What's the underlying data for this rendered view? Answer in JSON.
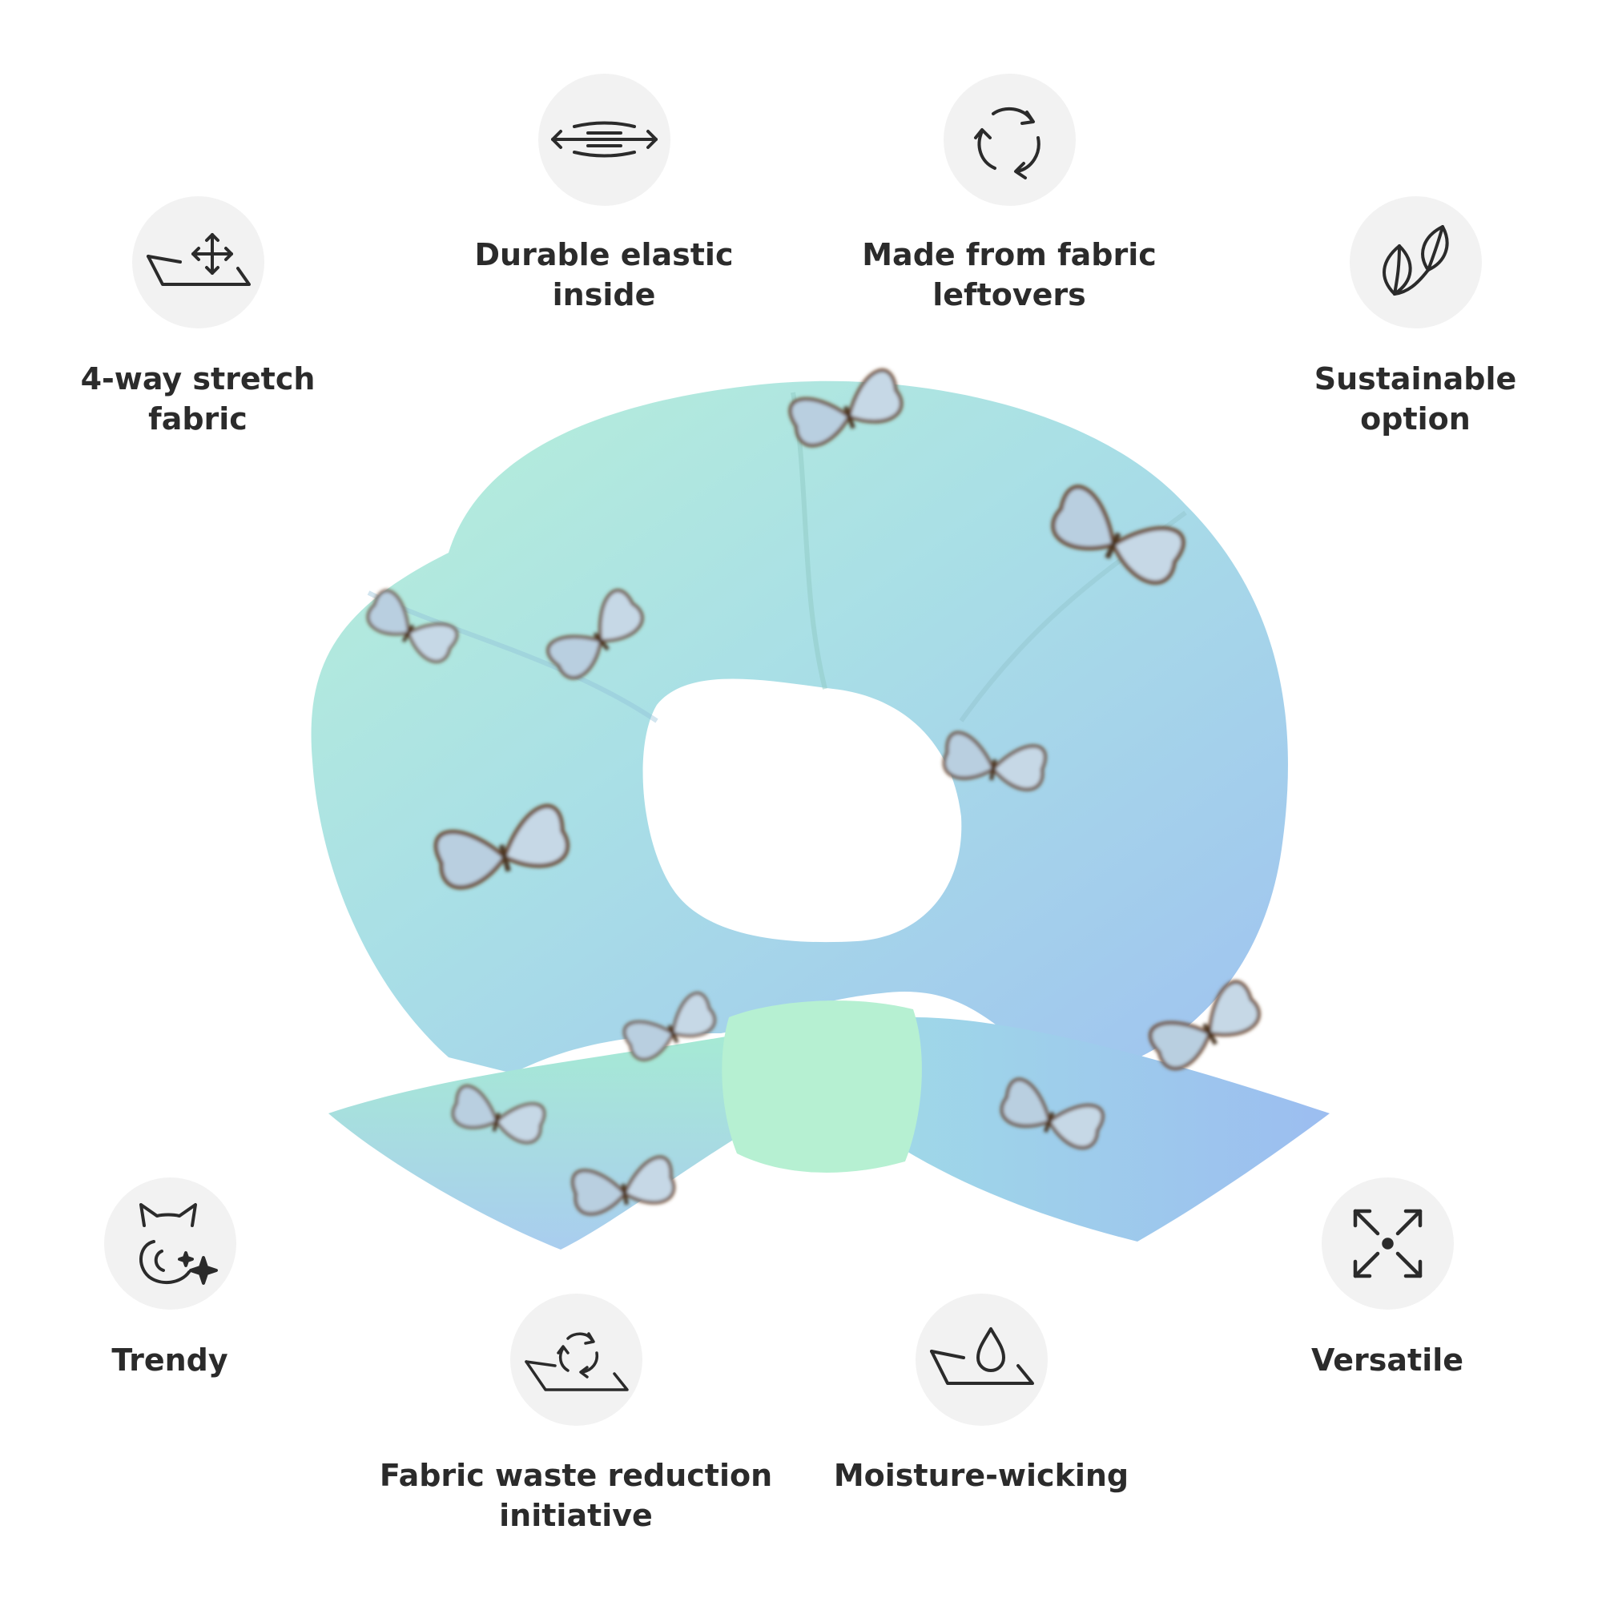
{
  "features": [
    {
      "id": "stretch",
      "label": "4-way stretch\nfabric",
      "icon": "fabric-stretch-arrows-icon"
    },
    {
      "id": "elastic",
      "label": "Durable elastic\ninside",
      "icon": "elastic-band-icon"
    },
    {
      "id": "leftovers",
      "label": "Made from fabric\nleftovers",
      "icon": "recycle-arrows-icon"
    },
    {
      "id": "sustainable",
      "label": "Sustainable\noption",
      "icon": "leaves-icon"
    },
    {
      "id": "trendy",
      "label": "Trendy",
      "icon": "cat-sparkle-icon"
    },
    {
      "id": "waste",
      "label": "Fabric waste reduction\ninitiative",
      "icon": "fabric-recycle-icon"
    },
    {
      "id": "moisture",
      "label": "Moisture-wicking",
      "icon": "fabric-water-drop-icon"
    },
    {
      "id": "versatile",
      "label": "Versatile",
      "icon": "expand-arrows-icon"
    }
  ],
  "colors": {
    "badge": "#f2f2f2",
    "icon_stroke": "#2b2b2b",
    "text": "#2b2b2b",
    "scrunchie_mint": "#a8ecd2",
    "scrunchie_blue": "#a9cdef",
    "butterfly": "#b9cfe0"
  },
  "product_image": {
    "icon": "butterfly-print-scrunchie"
  }
}
